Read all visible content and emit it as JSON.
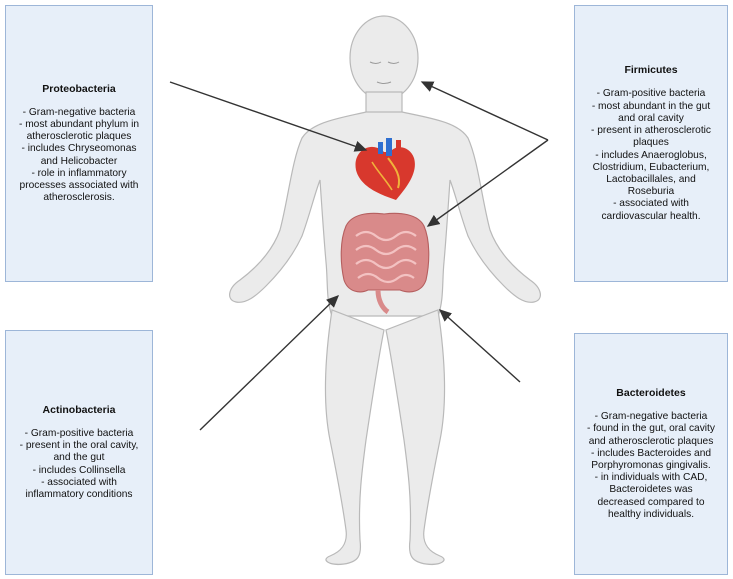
{
  "boxes": {
    "proteobacteria": {
      "title": "Proteobacteria",
      "lines": [
        "- Gram-negative bacteria",
        "- most abundant phylum in",
        "atherosclerotic plaques",
        "- includes Chryseomonas",
        "and Helicobacter",
        "- role in inflammatory",
        "processes associated with",
        "atherosclerosis."
      ]
    },
    "firmicutes": {
      "title": "Firmicutes",
      "lines": [
        "- Gram-positive bacteria",
        "- most abundant in the gut",
        "and oral cavity",
        "- present in atherosclerotic",
        "plaques",
        "- includes Anaeroglobus,",
        "Clostridium, Eubacterium,",
        "Lactobacillales, and",
        "Roseburia",
        "- associated with",
        "cardiovascular health."
      ]
    },
    "actinobacteria": {
      "title": "Actinobacteria",
      "lines": [
        "- Gram-positive bacteria",
        "- present in the oral cavity,",
        "and the gut",
        "- includes Collinsella",
        "- associated with",
        "inflammatory conditions"
      ]
    },
    "bacteroidetes": {
      "title": "Bacteroidetes",
      "lines": [
        "- Gram-negative bacteria",
        "- found in the gut, oral cavity",
        "and atherosclerotic plaques",
        "- includes Bacteroides and",
        "Porphyromonas gingivalis.",
        "- in individuals with CAD,",
        "Bacteroidetes was",
        "decreased compared to",
        "healthy individuals."
      ]
    }
  },
  "colors": {
    "box_fill": "#e7eff9",
    "box_border": "#9db6d8",
    "body_fill": "#ebebeb",
    "body_stroke": "#b9b9b9",
    "intestine": "#d98a8a",
    "heart_red": "#d8382d",
    "heart_blue": "#2f6fd0",
    "arrow": "#333333"
  }
}
